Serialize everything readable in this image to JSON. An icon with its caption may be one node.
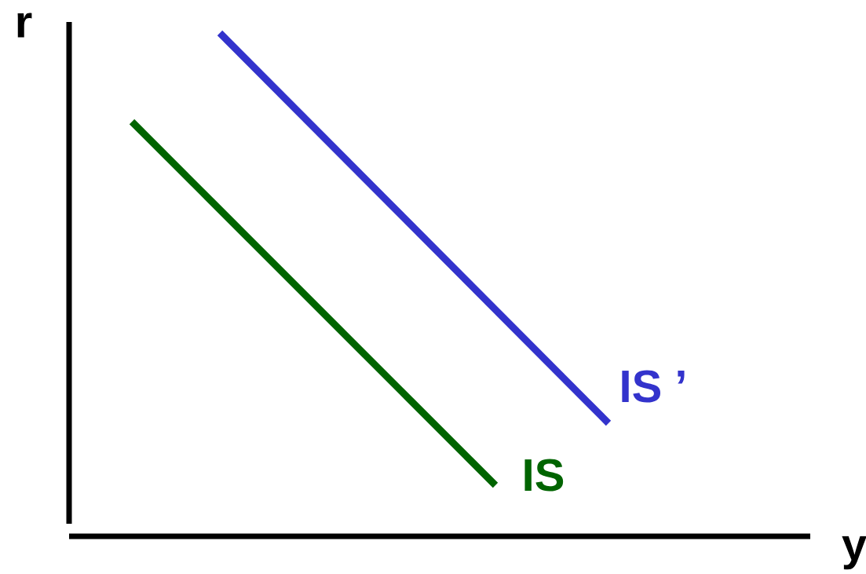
{
  "diagram": {
    "labels": [
      "r",
      "IS ’",
      "IS",
      "y"
    ]
  }
}
